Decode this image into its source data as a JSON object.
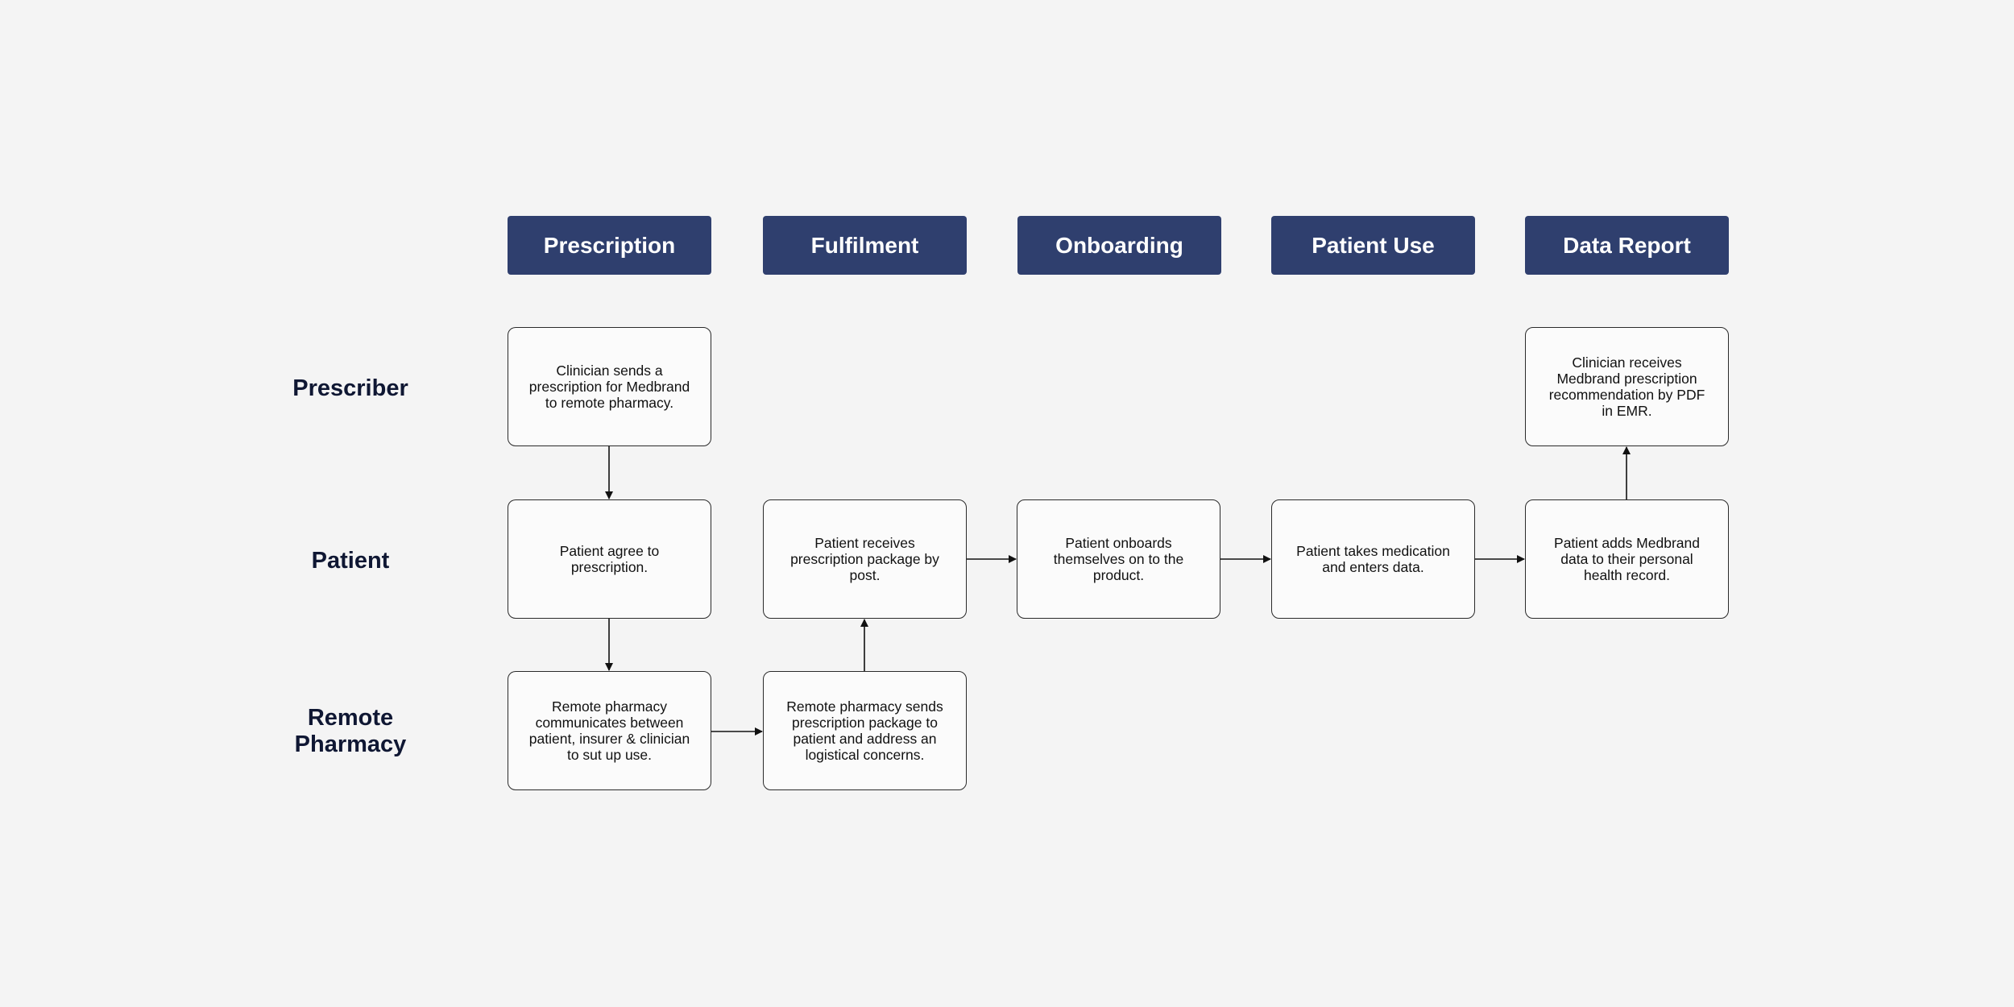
{
  "stages": [
    "Prescription",
    "Fulfilment",
    "Onboarding",
    "Patient Use",
    "Data Report"
  ],
  "lanes": [
    "Prescriber",
    "Patient",
    "Remote Pharmacy"
  ],
  "steps": {
    "prescriber_prescription": "Clinician sends a prescription for Medbrand to remote pharmacy.",
    "prescriber_data_report": "Clinician receives Medbrand prescription recommendation by PDF in EMR.",
    "patient_prescription": "Patient agree to prescription.",
    "patient_fulfilment": "Patient receives prescription package by post.",
    "patient_onboarding": "Patient onboards themselves on to the product.",
    "patient_use": "Patient takes medication and enters data.",
    "patient_data_report": "Patient adds Medbrand data to their personal health record.",
    "pharmacy_prescription": "Remote pharmacy communicates between patient, insurer & clinician to sut up use.",
    "pharmacy_fulfilment": "Remote pharmacy sends prescription package to patient and address an logistical concerns."
  },
  "colors": {
    "header_bg": "#2f3f6e",
    "header_text": "#ffffff",
    "lane_label": "#0f1733",
    "box_bg": "#fbfbfb",
    "box_border": "#2a2a2a",
    "arrow": "#111111",
    "page_bg": "#f4f4f4"
  }
}
